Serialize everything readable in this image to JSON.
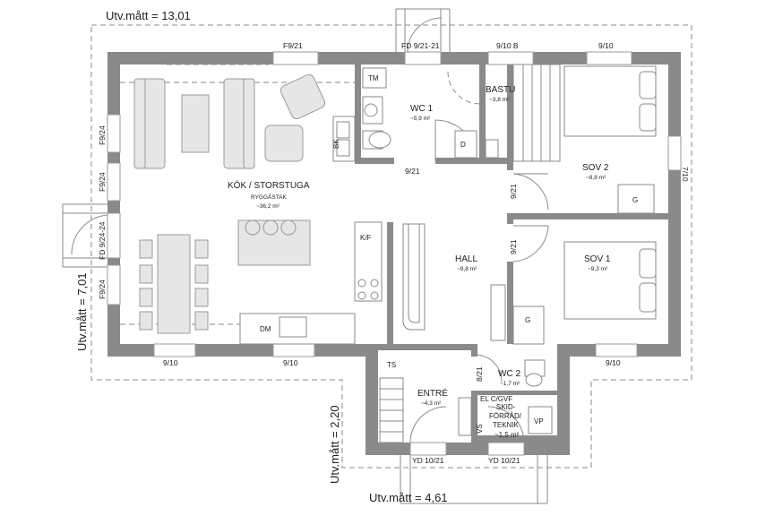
{
  "dimensions": {
    "width": "Utv.mått = 13,01",
    "height": "Utv.mått = 7,01",
    "entry_depth": "Utv.mått = 2,20",
    "entry_width": "Utv.mått = 4,61"
  },
  "rooms": {
    "kitchen": {
      "name": "KÖK / STORSTUGA",
      "sub": "RYGGÅSTAK",
      "area": "~36,2 m²"
    },
    "wc1": {
      "name": "WC 1",
      "area": "~5,9 m²"
    },
    "bastu": {
      "name": "BASTU",
      "area": "~3,8 m²"
    },
    "sov2": {
      "name": "SOV 2",
      "area": "~8,8 m²"
    },
    "sov1": {
      "name": "SOV 1",
      "area": "~9,3 m²"
    },
    "hall": {
      "name": "HALL",
      "area": "~9,8 m²"
    },
    "entre": {
      "name": "ENTRÉ",
      "area": "~4,3 m²"
    },
    "wc2": {
      "name": "WC 2",
      "area": "~1,7 m²"
    },
    "skid": {
      "name": "SKID-\nFÖRRÅD/\nTEKNIK",
      "line1": "SKID-",
      "line2": "FÖRRÅD/",
      "line3": "TEKNIK",
      "area": "~1,5 m²"
    }
  },
  "windows": {
    "f921_top": "F9/21",
    "fd921_21": "FD 9/21-21",
    "w910b": "9/10 B",
    "w910_top": "9/10",
    "f924_a": "F9/24",
    "f924_b": "F9/24",
    "fd924_24": "FD 9/24-24",
    "f924_c": "F9/24",
    "w710": "7/10",
    "w910_bl": "9/10",
    "w910_bm": "9/10",
    "w910_br": "9/10",
    "yd_left": "YD 10/21",
    "yd_right": "YD 10/21"
  },
  "doors": {
    "wc1": "9/21",
    "sov2": "9/21",
    "sov1": "9/21",
    "wc2": "8/21",
    "vs": "VS"
  },
  "fixtures": {
    "tm": "TM",
    "bk": "BK",
    "d": "D",
    "kf": "K/F",
    "dm": "DM",
    "g_sov2": "G",
    "g_sov1": "G",
    "ts": "TS",
    "vp": "VP",
    "elcgvf": "EL C/GVF"
  }
}
